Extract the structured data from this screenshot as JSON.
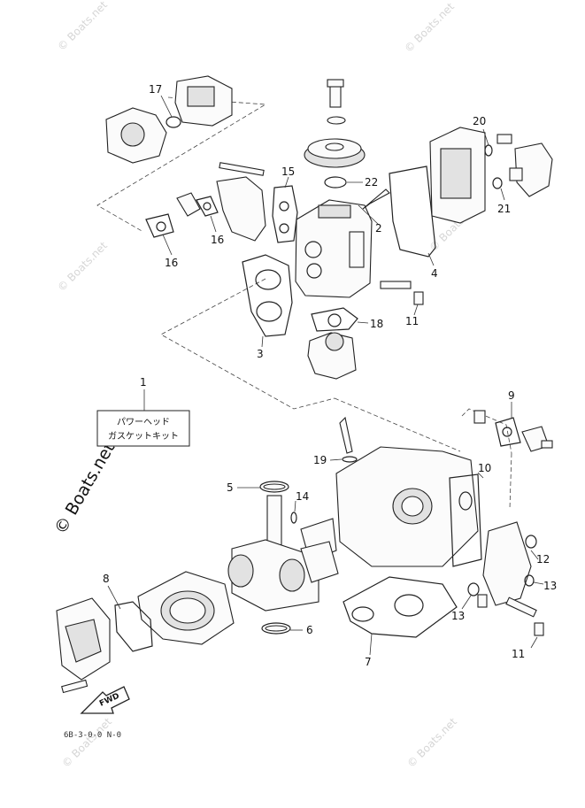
{
  "watermark": "© Boats.net",
  "watermark_large": "© Boats.net",
  "kit_label": {
    "line1": "パワーヘッド",
    "line2": "ガスケットキット"
  },
  "fwd_label": "FWD",
  "reference_code": "6B-3-0-0 N-0",
  "callouts": {
    "c1": "1",
    "c2": "2",
    "c3": "3",
    "c4": "4",
    "c5": "5",
    "c6": "6",
    "c7": "7",
    "c8": "8",
    "c9": "9",
    "c10": "10",
    "c11a": "11",
    "c11b": "11",
    "c12": "12",
    "c13a": "13",
    "c13b": "13",
    "c14": "14",
    "c15": "15",
    "c16a": "16",
    "c16b": "16",
    "c17": "17",
    "c18": "18",
    "c19": "19",
    "c20": "20",
    "c21": "21",
    "c22": "22"
  }
}
